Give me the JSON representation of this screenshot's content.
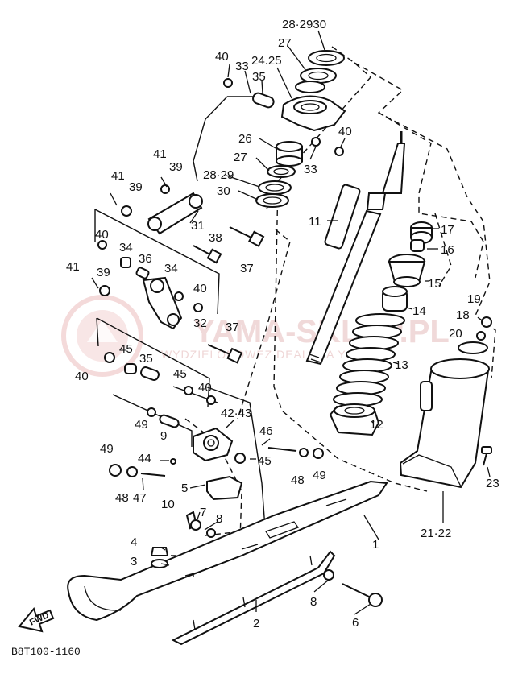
{
  "diagram_code": "B8T100-1160",
  "fwd_label": "FWD",
  "watermark": {
    "brand": "YAMA-SKLEP.PL",
    "tagline": "WYDZIELONOWEZ DEALERA YAMAHA"
  },
  "callouts": [
    {
      "id": "c-28-29-30-top",
      "text": "28·2930"
    },
    {
      "id": "c-27-top",
      "text": "27"
    },
    {
      "id": "c-24-25",
      "text": "24.25"
    },
    {
      "id": "c-40-a",
      "text": "40"
    },
    {
      "id": "c-33-a",
      "text": "33"
    },
    {
      "id": "c-35-a",
      "text": "35"
    },
    {
      "id": "c-40-b",
      "text": "40"
    },
    {
      "id": "c-26",
      "text": "26"
    },
    {
      "id": "c-27-mid",
      "text": "27"
    },
    {
      "id": "c-33-b",
      "text": "33"
    },
    {
      "id": "c-28-29",
      "text": "28·29"
    },
    {
      "id": "c-30",
      "text": "30"
    },
    {
      "id": "c-41-a",
      "text": "41"
    },
    {
      "id": "c-41-b",
      "text": "41"
    },
    {
      "id": "c-39-a",
      "text": "39"
    },
    {
      "id": "c-39-b",
      "text": "39"
    },
    {
      "id": "c-31",
      "text": "31"
    },
    {
      "id": "c-11",
      "text": "11"
    },
    {
      "id": "c-17",
      "text": "17"
    },
    {
      "id": "c-16",
      "text": "16"
    },
    {
      "id": "c-38",
      "text": "38"
    },
    {
      "id": "c-40-c",
      "text": "40"
    },
    {
      "id": "c-34-a",
      "text": "34"
    },
    {
      "id": "c-36",
      "text": "36"
    },
    {
      "id": "c-37-a",
      "text": "37"
    },
    {
      "id": "c-15",
      "text": "15"
    },
    {
      "id": "c-41-c",
      "text": "41"
    },
    {
      "id": "c-39-c",
      "text": "39"
    },
    {
      "id": "c-34-b",
      "text": "34"
    },
    {
      "id": "c-40-d",
      "text": "40"
    },
    {
      "id": "c-14",
      "text": "14"
    },
    {
      "id": "c-19",
      "text": "19"
    },
    {
      "id": "c-18",
      "text": "18"
    },
    {
      "id": "c-32",
      "text": "32"
    },
    {
      "id": "c-37-b",
      "text": "37"
    },
    {
      "id": "c-20",
      "text": "20"
    },
    {
      "id": "c-45-a",
      "text": "45"
    },
    {
      "id": "c-35-b",
      "text": "35"
    },
    {
      "id": "c-40-e",
      "text": "40"
    },
    {
      "id": "c-13",
      "text": "13"
    },
    {
      "id": "c-45-b",
      "text": "45"
    },
    {
      "id": "c-40-f",
      "text": "40"
    },
    {
      "id": "c-42-43",
      "text": "42·43"
    },
    {
      "id": "c-49-a",
      "text": "49"
    },
    {
      "id": "c-9",
      "text": "9"
    },
    {
      "id": "c-12",
      "text": "12"
    },
    {
      "id": "c-46",
      "text": "46"
    },
    {
      "id": "c-49-b",
      "text": "49"
    },
    {
      "id": "c-44",
      "text": "44"
    },
    {
      "id": "c-45-c",
      "text": "45"
    },
    {
      "id": "c-48-a",
      "text": "48"
    },
    {
      "id": "c-49-c",
      "text": "49"
    },
    {
      "id": "c-48-b",
      "text": "48"
    },
    {
      "id": "c-47",
      "text": "47"
    },
    {
      "id": "c-5",
      "text": "5"
    },
    {
      "id": "c-23",
      "text": "23"
    },
    {
      "id": "c-10",
      "text": "10"
    },
    {
      "id": "c-7",
      "text": "7"
    },
    {
      "id": "c-8-a",
      "text": "8"
    },
    {
      "id": "c-1",
      "text": "1"
    },
    {
      "id": "c-21-22",
      "text": "21·22"
    },
    {
      "id": "c-4",
      "text": "4"
    },
    {
      "id": "c-3",
      "text": "3"
    },
    {
      "id": "c-8-b",
      "text": "8"
    },
    {
      "id": "c-6",
      "text": "6"
    },
    {
      "id": "c-2",
      "text": "2"
    }
  ]
}
